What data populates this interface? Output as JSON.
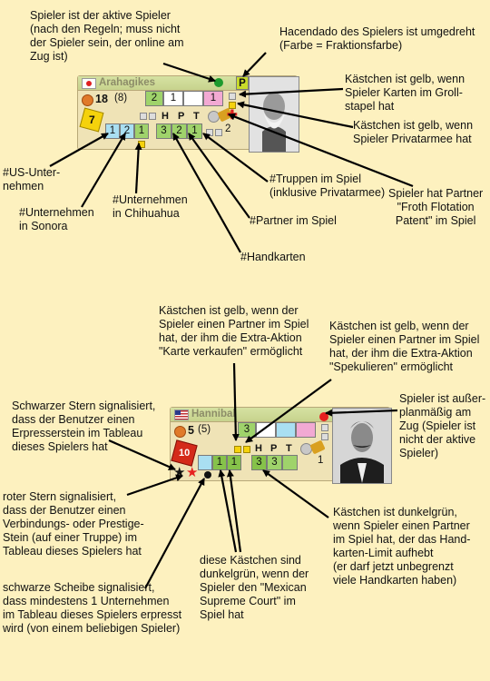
{
  "card1": {
    "name": "Arahagikes",
    "money": "18",
    "money_extra": "(8)",
    "hacendado": "P",
    "cards_a": "2",
    "cards_b": "1",
    "cards_c": "1",
    "dice": "7",
    "us_companies": "1",
    "sonora_companies": "2",
    "chihuahua_companies": "1",
    "hand_cards": "3",
    "partners": "2",
    "troops": "1",
    "col_h": "H",
    "col_p": "P",
    "col_t": "T",
    "side_num": "2"
  },
  "card2": {
    "name": "Hannibal",
    "money": "5",
    "money_extra": "(5)",
    "cards_a": "3",
    "dice": "10",
    "sonora_companies": "1",
    "chihuahua_companies": "1",
    "hand_cards": "3",
    "partners": "3",
    "col_h": "H",
    "col_p": "P",
    "col_t": "T",
    "side_num": "1"
  },
  "notes": {
    "active_player": "Spieler ist der aktive Spieler\n(nach den Regeln; muss nicht\nder Spieler sein, der online am\nZug ist)",
    "hacendado": "Hacendado des Spielers ist umgedreht\n(Farbe = Fraktionsfarbe)",
    "grudge_cards": "Kästchen ist gelb, wenn\nSpieler Karten im Groll-\nstapel hat",
    "private_army": "Kästchen ist gelb, wenn\nSpieler Privatarmee hat",
    "us_companies": "#US-Unter-\nnehmen",
    "troops": "#Truppen im Spiel\n(inklusive Privatarmee)",
    "froth_partner": "Spieler hat Partner\n\"Froth Flotation\nPatent\" im Spiel",
    "sonora": "#Unternehmen\nin Sonora",
    "chihuahua": "#Unternehmen\nin Chihuahua",
    "partners": "#Partner im Spiel",
    "hand_cards": "#Handkarten",
    "sell_card": "Kästchen ist gelb, wenn der\nSpieler einen Partner im Spiel\nhat, der ihm die Extra-Aktion\n\"Karte verkaufen\" ermöglicht",
    "speculate": "Kästchen ist gelb, wenn der\nSpieler einen Partner im Spiel\nhat, der ihm die Extra-Aktion\n\"Spekulieren\" ermöglicht",
    "black_star": "Schwarzer Stern signalisiert,\ndass der Benutzer einen\nErpresserstein im Tableau\ndieses Spielers hat",
    "out_of_turn": "Spieler ist außer-\nplanmäßig am\nZug (Spieler ist\nnicht der aktive\nSpieler)",
    "red_star": "roter Stern signalisiert,\ndass der Benutzer einen\nVerbindungs- oder Prestige-\nStein (auf einer Truppe) im\nTableau dieses Spielers hat",
    "hand_limit": "Kästchen ist dunkelgrün,\nwenn Spieler einen Partner\nim Spiel hat, der das Hand-\nkarten-Limit aufhebt\n(er darf jetzt unbegrenzt\nviele Handkarten haben)",
    "supreme_court": "diese Kästchen sind\ndunkelgrün, wenn der\nSpieler den \"Mexican\nSupreme Court\" im\nSpiel hat",
    "black_disc": "schwarze Scheibe signalisiert,\ndass mindestens 1 Unternehmen\nim Tableau dieses Spielers erpresst\nwird (von einem beliebigen Spieler)"
  },
  "colors": {
    "background": "#fdf1bf",
    "light_green": "#9fd36b",
    "dark_green": "#86c24a",
    "light_blue": "#a9dff2",
    "pink": "#f2a9d3",
    "yellow": "#f5d20c",
    "red": "#e62020"
  }
}
